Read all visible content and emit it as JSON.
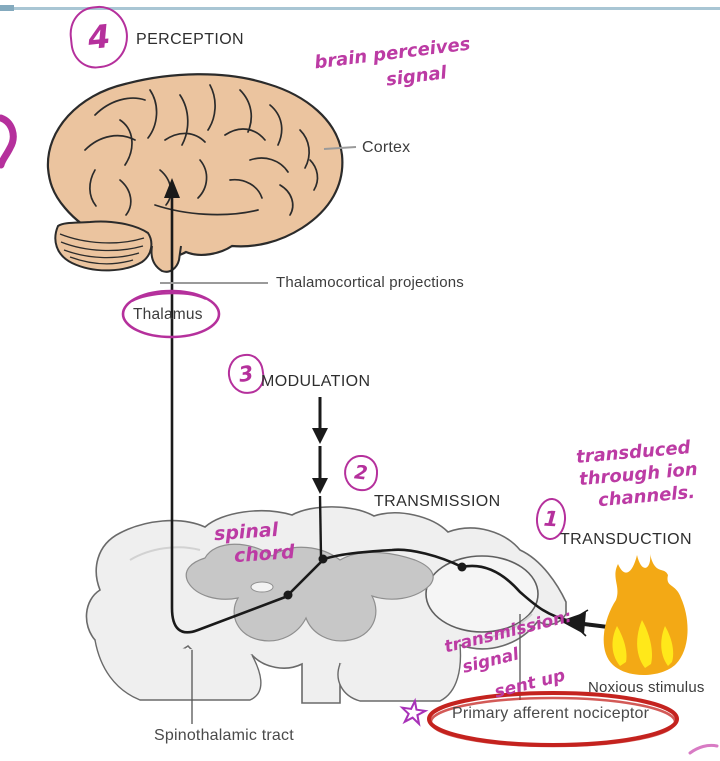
{
  "title": "Pain pathway diagram (nociception stages)",
  "steps": {
    "perception": {
      "num": "4",
      "label": "PERCEPTION"
    },
    "modulation": {
      "num": "3",
      "label": "MODULATION"
    },
    "transmission": {
      "num": "2",
      "label": "TRANSMISSION"
    },
    "transduction": {
      "num": "1",
      "label": "TRANSDUCTION"
    }
  },
  "labels": {
    "cortex": "Cortex",
    "thalamocortical": "Thalamocortical projections",
    "thalamus": "Thalamus",
    "noxious_stimulus": "Noxious stimulus",
    "primary_afferent": "Primary afferent nociceptor",
    "spinothalamic": "Spinothalamic tract"
  },
  "handwritten": {
    "brain_note": {
      "line1": "brain perceives",
      "line2": "signal"
    },
    "ion_note": {
      "line1": "transduced",
      "line2": "through ion",
      "line3": "channels."
    },
    "cord_note": {
      "line1": "spinal",
      "line2": "chord"
    },
    "sent_note": {
      "line1": "transmission:",
      "line2": "signal",
      "line3": "sent up"
    },
    "star": "☆"
  },
  "colors": {
    "annotation_pink": "#bc3ba4",
    "circle_pink": "#b5309c",
    "highlight_red": "#c4231f",
    "brain_fill": "#ebc49f",
    "flame_outer": "#f3a915",
    "flame_inner": "#ffe81a",
    "cord_light": "#efefef",
    "cord_gray": "#c7c7c7",
    "top_rule_blue": "#a9c6d4",
    "label_gray": "#3c3c3c"
  }
}
